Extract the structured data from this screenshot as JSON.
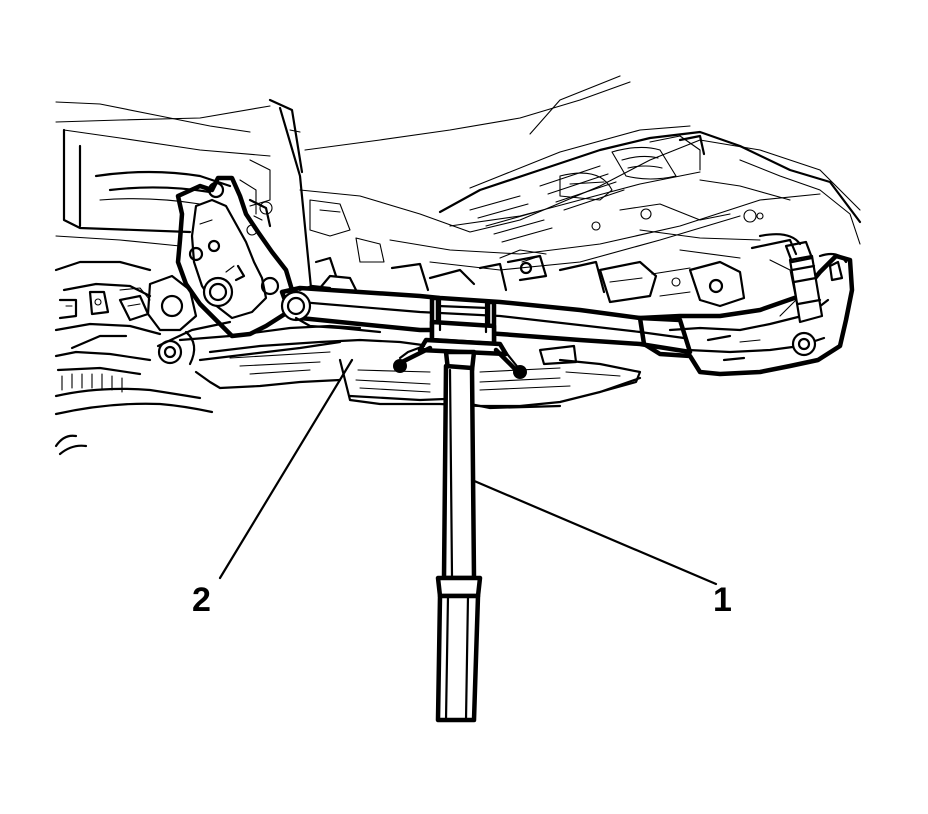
{
  "diagram": {
    "callouts": [
      {
        "id": "1",
        "text": "1",
        "refers_to": "jack-stand"
      },
      {
        "id": "2",
        "text": "2",
        "refers_to": "rear-suspension-crossmember"
      }
    ],
    "colors": {
      "line": "#000000",
      "background": "#ffffff"
    }
  }
}
